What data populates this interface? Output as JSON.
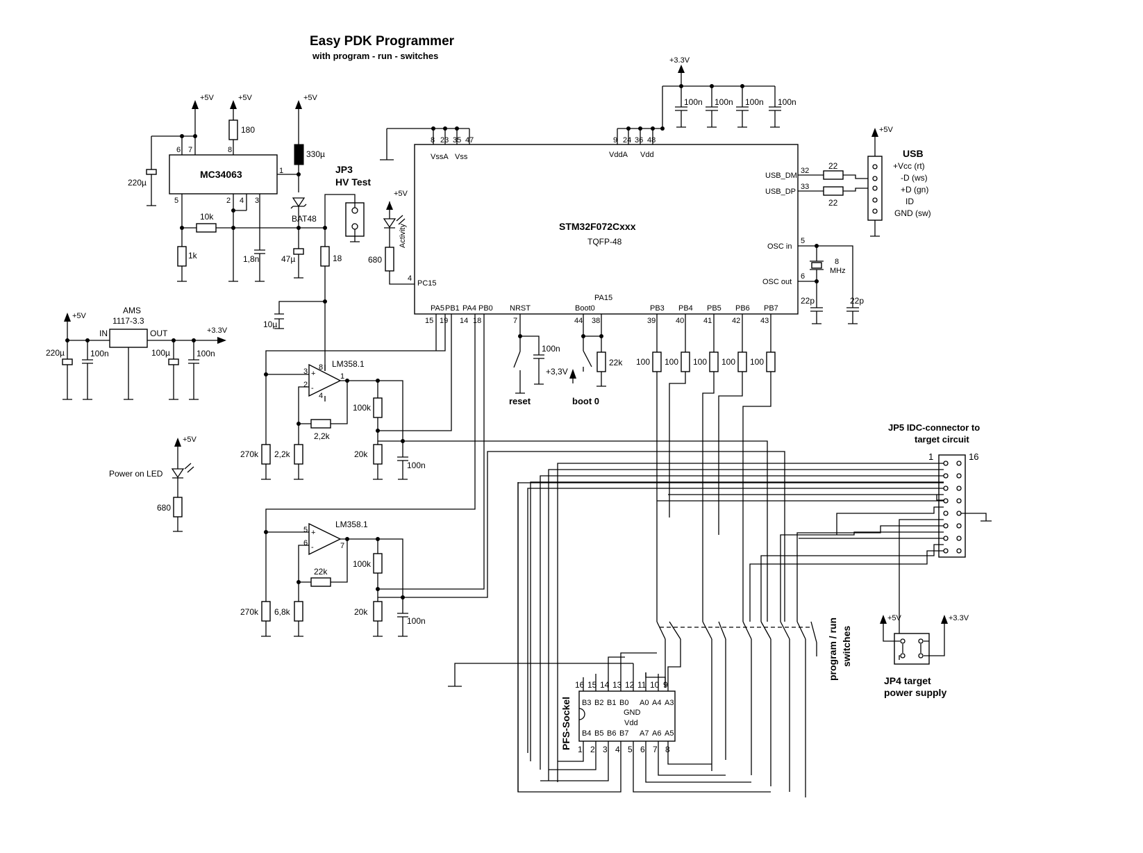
{
  "title": "Easy PDK Programmer",
  "subtitle": "with program - run - switches",
  "mcu": {
    "name": "STM32F072Cxxx",
    "package": "TQFP-48",
    "pins_top_left": [
      "8",
      "23",
      "35",
      "47"
    ],
    "vss_labels": [
      "VssA",
      "Vss"
    ],
    "pins_top_right": [
      "9",
      "24",
      "36",
      "48"
    ],
    "vdd_labels": [
      "VddA",
      "Vdd"
    ],
    "usb_dm_label": "USB_DM",
    "usb_dm_pin": "32",
    "usb_dp_label": "USB_DP",
    "usb_dp_pin": "33",
    "osc_in_label": "OSC in",
    "osc_in_pin": "5",
    "osc_out_label": "OSC out",
    "osc_out_pin": "6",
    "pc15_label": "PC15",
    "pc15_pin": "4",
    "bottom_labels": [
      "PA5",
      "PB1",
      "PA4",
      "PB0",
      "NRST",
      "Boot0",
      "PB3",
      "PB4",
      "PB5",
      "PB6",
      "PB7"
    ],
    "bottom_pins": [
      "15",
      "19",
      "14",
      "18",
      "7",
      "44",
      "38",
      "39",
      "40",
      "41",
      "42",
      "43"
    ],
    "pa15_label": "PA15"
  },
  "supply_labels": {
    "p5v": "+5V",
    "p3v3": "+3.3V",
    "p3v3_comma": "+3,3V"
  },
  "decoupling": [
    "100n",
    "100n",
    "100n",
    "100n"
  ],
  "usb": {
    "title": "USB",
    "pins": [
      "+Vcc (rt)",
      "-D (ws)",
      "+D (gn)",
      "ID",
      "GND (sw)"
    ],
    "resistors": [
      "22",
      "22"
    ]
  },
  "crystal": {
    "value": "8",
    "unit": "MHz",
    "caps": [
      "22p",
      "22p"
    ]
  },
  "boost": {
    "ic": "MC34063",
    "pins": [
      "6",
      "7",
      "8",
      "1",
      "5",
      "2",
      "4",
      "3"
    ],
    "r_sense": "180",
    "inductor": "330µ",
    "diode": "BAT48",
    "r_fb_top": "10k",
    "r_fb_bot": "1k",
    "c_timing": "1,8n",
    "c_in": "220µ",
    "c_out": "47µ"
  },
  "jp3": {
    "name": "JP3",
    "label": "HV Test"
  },
  "hv_r": "18",
  "hv_cap": "10µ",
  "activity": {
    "label": "Activity",
    "r": "680"
  },
  "regulator": {
    "brand": "AMS",
    "name": "1117-3.3",
    "in_label": "IN",
    "out_label": "OUT",
    "caps": [
      "220µ",
      "100n",
      "100µ",
      "100n"
    ]
  },
  "power_led": {
    "label": "Power on LED",
    "r": "680"
  },
  "opamp1": {
    "name": "LM358.1",
    "pins": [
      "8",
      "3",
      "2",
      "4",
      "1"
    ],
    "r_fb": "2,2k",
    "r_gnd": "2,2k",
    "r_bias": "270k",
    "r_div_top": "100k",
    "r_div_bot": "20k",
    "cap": "100n"
  },
  "opamp2": {
    "name": "LM358.1",
    "pins": [
      "5",
      "6",
      "7"
    ],
    "r_fb": "22k",
    "r_gnd": "6,8k",
    "r_bias": "270k",
    "r_div_top": "100k",
    "r_div_bot": "20k",
    "cap": "100n"
  },
  "reset": {
    "label": "reset",
    "cap": "100n",
    "pin": "7"
  },
  "boot0": {
    "label": "boot 0",
    "r": "22k",
    "pins": [
      "44",
      "38"
    ]
  },
  "series_r": [
    "100",
    "100",
    "100",
    "100",
    "100"
  ],
  "jp5": {
    "title_1": "JP5  IDC-connector to",
    "title_2": "target circuit",
    "pin_first": "1",
    "pin_last": "16"
  },
  "jp4": {
    "title_1": "JP4 target",
    "title_2": "power supply"
  },
  "switches": {
    "label_1": "program / run",
    "label_2": "switches"
  },
  "socket": {
    "label": "PFS-Sockel",
    "top_pins": [
      "16",
      "15",
      "14",
      "13",
      "12",
      "11",
      "10",
      "9"
    ],
    "top_signals": [
      "B3",
      "B2",
      "B1",
      "B0",
      "",
      "A0",
      "A4",
      "A3"
    ],
    "gnd_label": "GND",
    "vdd_label": "Vdd",
    "bottom_signals": [
      "B4",
      "B5",
      "B6",
      "B7",
      "",
      "A7",
      "A6",
      "A5"
    ],
    "bottom_pins": [
      "1",
      "2",
      "3",
      "4",
      "5",
      "6",
      "7",
      "8"
    ]
  }
}
